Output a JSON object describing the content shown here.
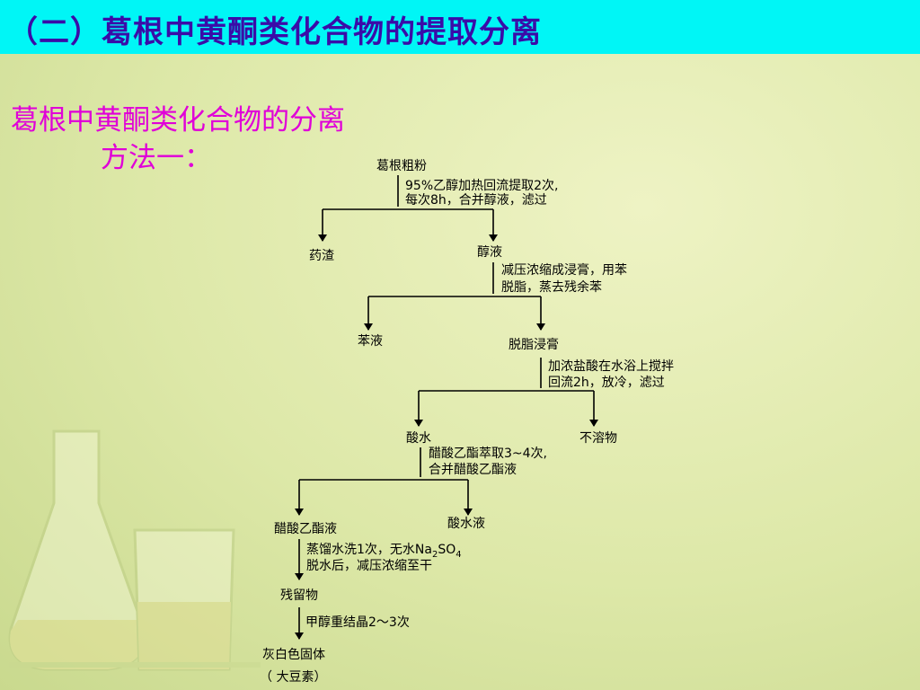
{
  "header": {
    "title": "（二）葛根中黄酮类化合物的提取分离"
  },
  "subtitle": {
    "line1": "葛根中黄酮类化合物的分离",
    "line2": "方法一："
  },
  "flow": {
    "start": "葛根粗粉",
    "step1": [
      "95%乙醇加热回流提取2次,",
      "每次8h，合并醇液，滤过"
    ],
    "residue": "药渣",
    "alcohol_liquid": "醇液",
    "step2": [
      "减压浓缩成浸膏，用苯",
      "脱脂，蒸去残余苯"
    ],
    "benzene_liquid": "苯液",
    "defatted_extract": "脱脂浸膏",
    "step3": [
      "加浓盐酸在水浴上搅拌",
      "回流2h，放冷，滤过"
    ],
    "acid_water": "酸水",
    "insoluble": "不溶物",
    "step4": [
      "醋酸乙酯萃取3~4次,",
      "合并醋酸乙酯液"
    ],
    "ethyl_acetate_liquid": "醋酸乙酯液",
    "acid_water_liquid": "酸水液",
    "step5_line1_prefix": "蒸馏水洗1次，无水Na",
    "step5_sub1": "2",
    "step5_mid": "SO",
    "step5_sub2": "4",
    "step5_line2": "脱水后，减压浓缩至干",
    "residue2": "残留物",
    "step6": "甲醇重结晶2～3次",
    "product": "灰白色固体",
    "product_name": "（ 大豆素）"
  }
}
